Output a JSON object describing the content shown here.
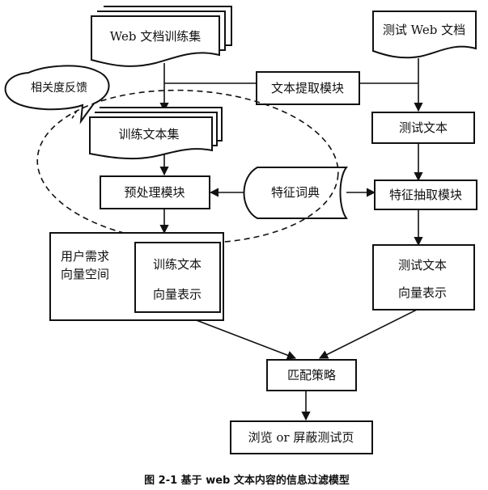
{
  "nodes": {
    "web_train_set": "Web 文档训练集",
    "web_test_doc": "测试 Web 文档",
    "relevance_feedback": "相关度反馈",
    "text_extract": "文本提取模块",
    "train_text_set": "训练文本集",
    "test_text": "测试文本",
    "feature_dict": "特征词典",
    "preprocess": "预处理模块",
    "feature_extract": "特征抽取模块",
    "user_need_line1": "用户需求",
    "user_need_line2": "向量空间",
    "train_vector_line1": "训练文本",
    "train_vector_line2": "向量表示",
    "test_vector_line1": "测试文本",
    "test_vector_line2": "向量表示",
    "match_strategy": "匹配策略",
    "browse_block": "浏览 or 屏蔽测试页"
  },
  "caption": "图 2-1 基于 web 文本内容的信息过滤模型"
}
